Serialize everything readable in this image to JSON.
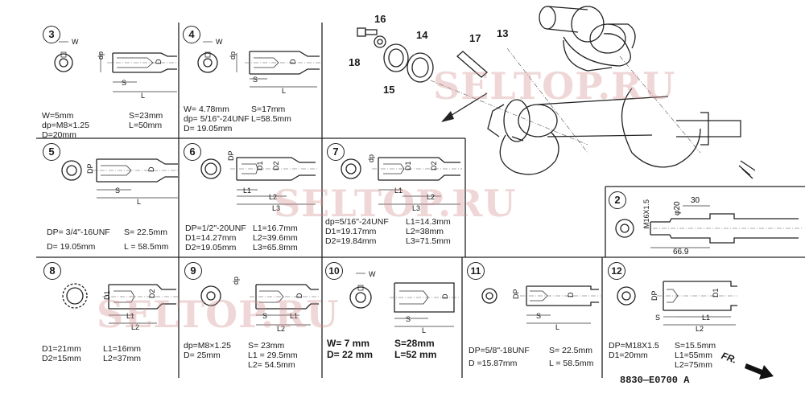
{
  "watermark": "SELTOP.RU",
  "drawing_code": "8830—E0700 A",
  "direction_label": "FR.",
  "callouts": [
    "13",
    "14",
    "15",
    "16",
    "17",
    "18"
  ],
  "cells": [
    {
      "num": "3",
      "dims": [
        "W",
        "dp",
        "D",
        "S",
        "L"
      ],
      "rows": [
        [
          "W=5mm",
          "S=23mm"
        ],
        [
          "dp=M8×1.25",
          "L=50mm"
        ],
        [
          "D=20mm",
          ""
        ]
      ]
    },
    {
      "num": "4",
      "dims": [
        "W",
        "dp",
        "D",
        "S",
        "L"
      ],
      "rows": [
        [
          "W= 4.78mm",
          "S=17mm"
        ],
        [
          "dp= 5/16\"-24UNF",
          "L=58.5mm"
        ],
        [
          "D= 19.05mm",
          ""
        ]
      ]
    },
    {
      "num": "5",
      "dims": [
        "DP",
        "D",
        "S",
        "L"
      ],
      "rows": [
        [
          "DP= 3/4\"-16UNF",
          "S= 22.5mm"
        ],
        [
          "D= 19.05mm",
          "L = 58.5mm"
        ]
      ]
    },
    {
      "num": "6",
      "dims": [
        "DP",
        "D1",
        "D2",
        "L1",
        "L2",
        "L3"
      ],
      "rows": [
        [
          "DP=1/2\"-20UNF",
          "L1=16.7mm"
        ],
        [
          "D1=14.27mm",
          "L2=39.6mm"
        ],
        [
          "D2=19.05mm",
          "L3=65.8mm"
        ]
      ]
    },
    {
      "num": "7",
      "dims": [
        "dp",
        "D1",
        "D2",
        "L1",
        "L2",
        "L3"
      ],
      "rows": [
        [
          "dp=5/16\"-24UNF",
          "L1=14.3mm"
        ],
        [
          "D1=19.17mm",
          "L2=38mm"
        ],
        [
          "D2=19.84mm",
          "L3=71.5mm"
        ]
      ]
    },
    {
      "num": "2",
      "dims": [
        "M16X1.5",
        "φ20",
        "30",
        "66.9"
      ],
      "rows": []
    },
    {
      "num": "8",
      "dims": [
        "D1",
        "D2",
        "L1",
        "L2"
      ],
      "rows": [
        [
          "D1=21mm",
          "L1=16mm"
        ],
        [
          "D2=15mm",
          "L2=37mm"
        ]
      ]
    },
    {
      "num": "9",
      "dims": [
        "dp",
        "D",
        "S",
        "L1",
        "L2"
      ],
      "rows": [
        [
          "dp=M8×1.25",
          "S= 23mm"
        ],
        [
          "D= 25mm",
          "L1 = 29.5mm"
        ],
        [
          "",
          "L2= 54.5mm"
        ]
      ]
    },
    {
      "num": "10",
      "dims": [
        "W",
        "D",
        "S",
        "L"
      ],
      "rows": [
        [
          "W= 7 mm",
          "S=28mm"
        ],
        [
          "D= 22 mm",
          "L=52 mm"
        ]
      ]
    },
    {
      "num": "11",
      "dims": [
        "DP",
        "D",
        "S",
        "L"
      ],
      "rows": [
        [
          "DP=5/8\"-18UNF",
          "S= 22.5mm"
        ],
        [
          "D =15.87mm",
          "L = 58.5mm"
        ]
      ]
    },
    {
      "num": "12",
      "dims": [
        "DP",
        "D1",
        "S",
        "L1",
        "L2"
      ],
      "rows": [
        [
          "DP=M18X1.5",
          "S=15.5mm"
        ],
        [
          "D1=20mm",
          "L1=55mm"
        ],
        [
          "",
          "L2=75mm"
        ]
      ]
    }
  ]
}
